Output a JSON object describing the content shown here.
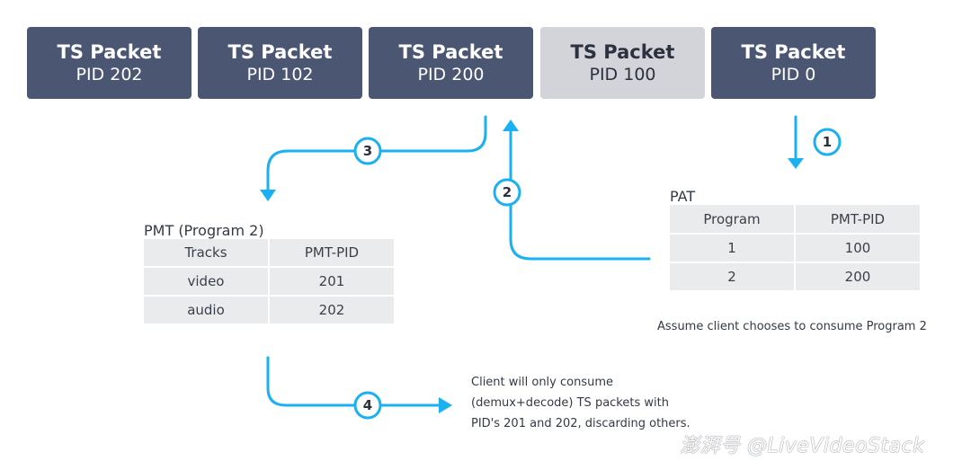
{
  "packets": [
    {
      "title": "TS Packet",
      "pid": "PID 202"
    },
    {
      "title": "TS Packet",
      "pid": "PID 102"
    },
    {
      "title": "TS Packet",
      "pid": "PID 200"
    },
    {
      "title": "TS Packet",
      "pid": "PID 100"
    },
    {
      "title": "TS Packet",
      "pid": "PID 0"
    }
  ],
  "steps": [
    "1",
    "2",
    "3",
    "4"
  ],
  "pat": {
    "title": "PAT",
    "headers": [
      "Program",
      "PMT-PID"
    ],
    "rows": [
      [
        "1",
        "100"
      ],
      [
        "2",
        "200"
      ]
    ]
  },
  "pmt": {
    "title": "PMT (Program 2)",
    "headers": [
      "Tracks",
      "PMT-PID"
    ],
    "rows": [
      [
        "video",
        "201"
      ],
      [
        "audio",
        "202"
      ]
    ]
  },
  "notes": {
    "assume": "Assume client chooses to consume Program 2",
    "consume_lines": [
      "Client will only consume",
      "(demux+decode) TS packets with",
      "PID's 201 and 202, discarding others."
    ]
  },
  "watermark": "澎湃号 @LiveVideoStack",
  "colors": {
    "packet": "#4b5673",
    "packet_dim": "#d2d4da",
    "accent": "#1ab0f2",
    "cell": "#eaebed"
  }
}
